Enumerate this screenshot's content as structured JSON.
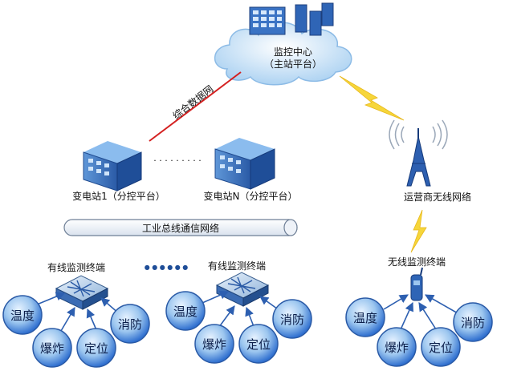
{
  "center": {
    "line1": "监控中心",
    "line2": "（主站平台）"
  },
  "links": {
    "data_network": "综合数据网",
    "dots_between_stations": "· · · · · · · · ·"
  },
  "stations": [
    {
      "label": "变电站1（分控平台）"
    },
    {
      "label": "变电站N（分控平台）"
    }
  ],
  "bus": {
    "label": "工业总线通信网络"
  },
  "wired_terminals": [
    {
      "label": "有线监测终端"
    },
    {
      "label": "有线监测终端"
    }
  ],
  "terminal_dots": "● ● ● ● ● ●",
  "wireless": {
    "network_label": "运营商无线网络",
    "terminal_label": "无线监测终端"
  },
  "sensors": {
    "temp": "温度",
    "explode": "爆炸",
    "locate": "定位",
    "fire": "消防"
  },
  "colors": {
    "accent_red": "#d42020",
    "lightning": "#f6d63a",
    "sensor_fill": "#2f6fcf",
    "sensor_ring": "#9ec3ee",
    "cloud": "#bcdcf5"
  }
}
